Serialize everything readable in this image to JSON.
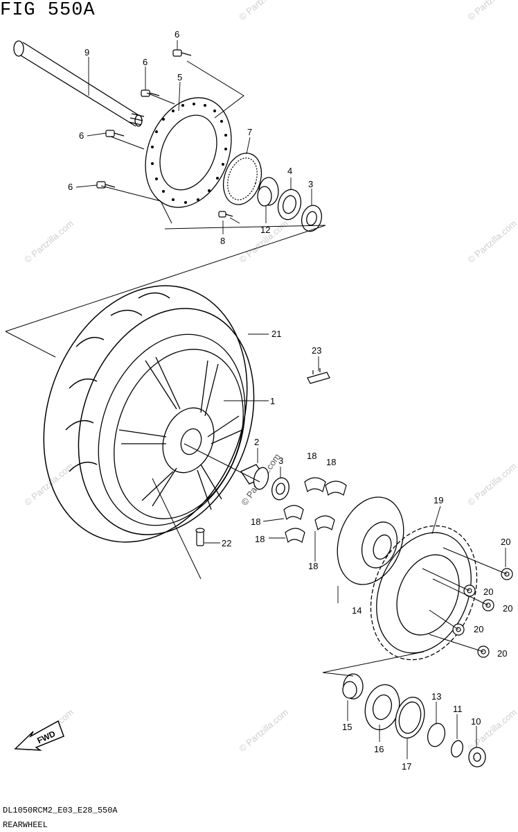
{
  "header": {
    "title": "FIG 550A"
  },
  "footer": {
    "code": "DL1050RCM2_E03_E28_550A",
    "name": "REARWHEEL"
  },
  "watermark": "© Partzilla.com",
  "fwd_label": "FWD",
  "callouts": [
    "1",
    "2",
    "3",
    "3",
    "4",
    "5",
    "6",
    "6",
    "6",
    "6",
    "7",
    "8",
    "9",
    "10",
    "11",
    "12",
    "13",
    "14",
    "15",
    "16",
    "17",
    "18",
    "18",
    "18",
    "18",
    "18",
    "19",
    "20",
    "20",
    "20",
    "20",
    "20",
    "21",
    "22",
    "23"
  ]
}
